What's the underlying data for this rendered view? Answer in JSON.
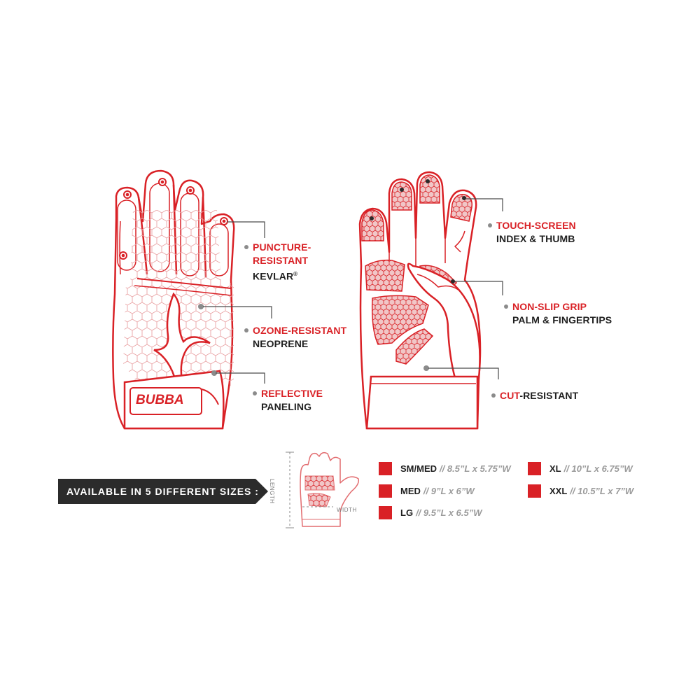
{
  "brand": {
    "logo_text": "BUBBA"
  },
  "callouts": {
    "puncture": {
      "line1": "PUNCTURE-",
      "line2": "RESISTANT",
      "line3": "KEVLAR",
      "mark": "®"
    },
    "ozone": {
      "line1": "OZONE-RESISTANT",
      "line2": "NEOPRENE"
    },
    "reflective": {
      "line1": "REFLECTIVE",
      "line2": "PANELING"
    },
    "touch": {
      "line1": "TOUCH-SCREEN",
      "line2": "INDEX & THUMB"
    },
    "nonslip": {
      "line1": "NON-SLIP GRIP",
      "line2": "PALM & FINGERTIPS"
    },
    "cut": {
      "red": "CUT",
      "dark": "-RESISTANT"
    }
  },
  "sizes": {
    "banner": "AVAILABLE IN 5 DIFFERENT SIZES :",
    "length_label": "LENGTH",
    "width_label": "WIDTH",
    "items": [
      {
        "name": "SM/MED",
        "dims": "// 8.5”L x 5.75”W"
      },
      {
        "name": "MED",
        "dims": "// 9”L x 6”W"
      },
      {
        "name": "LG",
        "dims": "// 9.5”L x 6.5”W"
      },
      {
        "name": "XL",
        "dims": "// 10”L x 6.75”W"
      },
      {
        "name": "XXL",
        "dims": "// 10.5”L x 7”W"
      }
    ]
  },
  "colors": {
    "accent": "#d92126",
    "text": "#1f1f1f",
    "muted": "#9a9a9a",
    "banner": "#2b2b2b",
    "leader": "#4a4a4a"
  }
}
